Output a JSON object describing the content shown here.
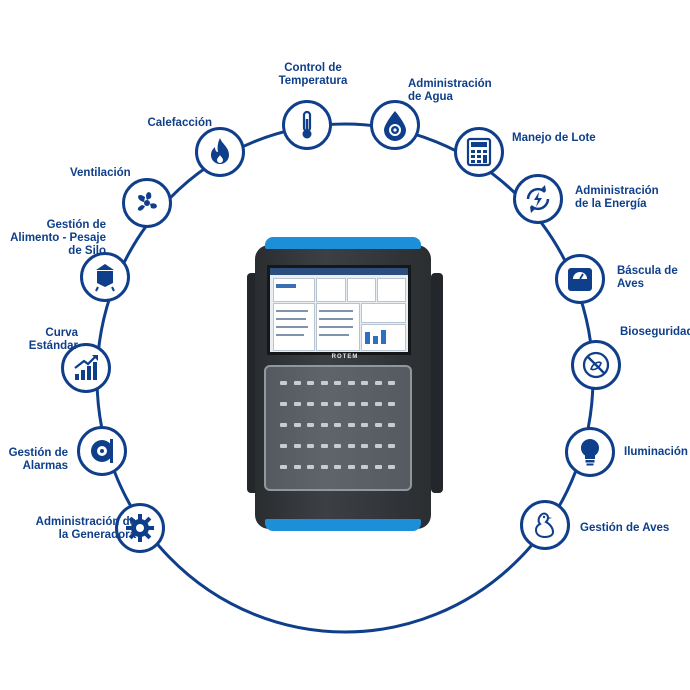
{
  "colors": {
    "primary": "#0f3e8a",
    "device_accent": "#1c8fd8"
  },
  "device": {
    "brand": "ROTEM",
    "icon": "controller-device"
  },
  "features": [
    {
      "key": "control-temperatura",
      "label": "Control de\nTemperatura",
      "icon": "thermometer-icon"
    },
    {
      "key": "administracion-agua",
      "label": "Administración\nde Agua",
      "icon": "water-drop-gear-icon"
    },
    {
      "key": "manejo-lote",
      "label": "Manejo de Lote",
      "icon": "calculator-icon"
    },
    {
      "key": "administracion-energia",
      "label": "Administración\nde la Energía",
      "icon": "energy-cycle-icon"
    },
    {
      "key": "bascula-aves",
      "label": "Báscula de\nAves",
      "icon": "scale-icon"
    },
    {
      "key": "bioseguridad",
      "label": "Bioseguridad",
      "icon": "biosecurity-icon"
    },
    {
      "key": "iluminacion",
      "label": "Iluminación",
      "icon": "light-bulb-icon"
    },
    {
      "key": "gestion-aves",
      "label": "Gestión de Aves",
      "icon": "bird-icon"
    },
    {
      "key": "administracion-generadora",
      "label": "Administración de\nla Generadora",
      "icon": "gear-icon"
    },
    {
      "key": "gestion-alarmas",
      "label": "Gestión de\nAlarmas",
      "icon": "alarm-bell-icon"
    },
    {
      "key": "curva-estandar",
      "label": "Curva Estándar",
      "icon": "growth-chart-icon"
    },
    {
      "key": "gestion-alimento",
      "label": "Gestión de\nAlimento - Pesaje\nde Silo",
      "icon": "silo-icon"
    },
    {
      "key": "ventilacion",
      "label": "Ventilación",
      "icon": "fan-icon"
    },
    {
      "key": "calefaccion",
      "label": "Calefacción",
      "icon": "flame-icon"
    }
  ]
}
